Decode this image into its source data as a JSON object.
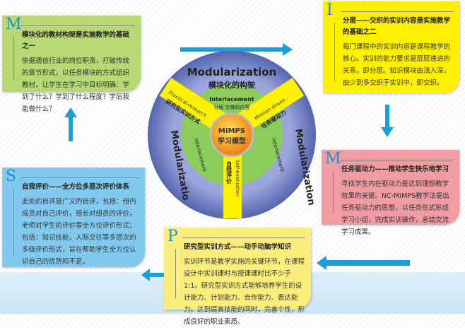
{
  "cards": {
    "m1": {
      "letter": "M",
      "title": "模块化的教材构架是实施教学的基础之一",
      "body": "依据通信行业的岗位职责，打破传统的章节形式，以任务模块的方式组织教材，让学生在学习中目标明确：学到了什么？学到了什么程度？学后我能做什么？",
      "color": "#b8d873"
    },
    "i": {
      "letter": "I",
      "title": "分层——交织的实训内容是实施教学的基础之二",
      "body": "每门课程中的实训内容是课程教学的核心。实训的能力要求是层层递进的关系，即分层。知识模块由浅入深，由少到多交织于实训中，即交织。",
      "color": "#fff000"
    },
    "m2": {
      "letter": "M",
      "title": "任务驱动力——推动学生快乐地学习",
      "body": "寻找学生内在驱动力是达到理想教学效果的关键。NC-MIMPS教学法提出任务驱动力的思想，以任务形式形成学习小组，完成实训操作，总结交流学习成果。",
      "color": "#ef9ca3"
    },
    "s": {
      "letter": "S",
      "title": "自我评价——全方位多层次评价体系",
      "body": "此处的自评是广义的自评，包括：组内成员对自己评价，组长对组员的评价，老师对学生的评价等全方位评价形式；包括：知识技能，人际交往等多层次的多级评价形式，旨在帮助学生全方位认识自己的优势和不足。",
      "color": "#82c9ef"
    },
    "p": {
      "letter": "P",
      "title": "研究型实训方式——动手动脑学知识",
      "body": "实训环节是教学实施的关键环节，在课程设计中实训课时与授课课时比不少于1:1。研究型实训方式能够培养学生的设计能力、计划能力、合作能力、表达能力。达到提高技能的同时，完善个性，形成良好的职业素质。",
      "color": "#fbee7c"
    }
  },
  "wheel": {
    "center_en": "MIMPS",
    "center_zh": "学习模型",
    "outer_top_en": "Modularization",
    "outer_top_zh": "模块化的构架",
    "outer_right": "Modularization",
    "outer_left": "Modularizatio",
    "inner_top_en": "Interlacement",
    "inner_top_zh": "分层·交换的内容",
    "inner_left": "Interlacement",
    "inner_right": "Interlacement",
    "spoke_left_en": "Practical-research",
    "spoke_left_zh": "研究型实训方式",
    "spoke_right_en": "Mission-driven",
    "spoke_right_zh": "任务驱动力",
    "spoke_bottom_en": "Self-evaluation",
    "spoke_bottom_zh": "自我评价"
  },
  "colors": {
    "arrow": "#1aa0d8",
    "ring": "#6f7fc0",
    "inner": "#8ccc5a",
    "center": "#f39a1e",
    "spoke": "#fff200"
  }
}
